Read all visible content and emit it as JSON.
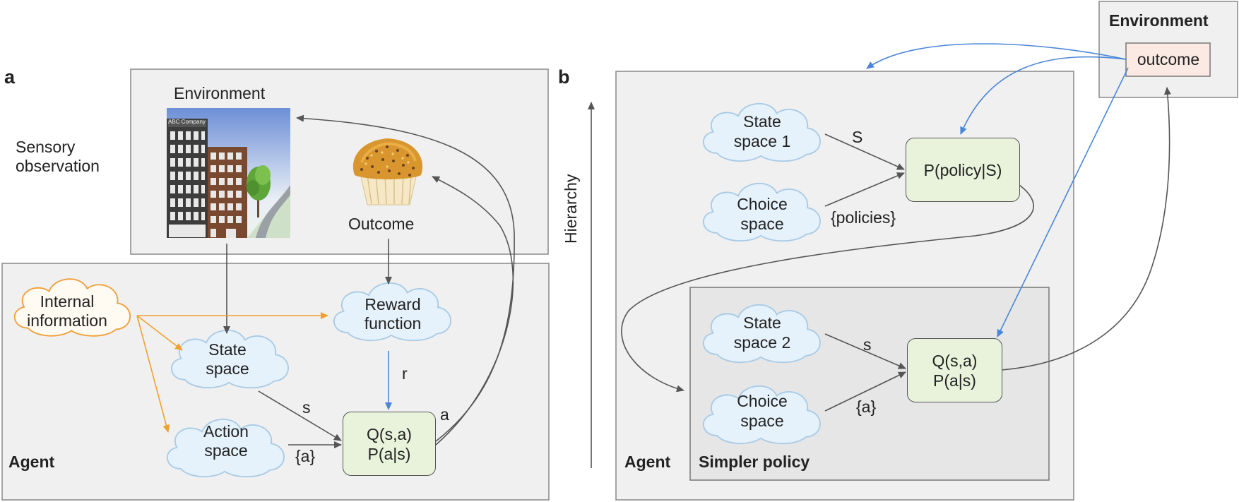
{
  "panel_a": {
    "letter": "a",
    "environment_title": "Environment",
    "sensory_observation": [
      "Sensory",
      "observation"
    ],
    "building_sign": "ABC Company",
    "outcome_label": "Outcome",
    "agent_label": "Agent",
    "internal_information": [
      "Internal",
      "information"
    ],
    "reward_function": [
      "Reward",
      "function"
    ],
    "state_space": [
      "State",
      "space"
    ],
    "action_space": [
      "Action",
      "space"
    ],
    "q_box": [
      "Q(s,a)",
      "P(a|s)"
    ],
    "edge_s": "s",
    "edge_r": "r",
    "edge_a": "a",
    "edge_actions": "{a}"
  },
  "panel_b": {
    "letter": "b",
    "hierarchy_label": "Hierarchy",
    "environment_title": "Environment",
    "outcome_box": "outcome",
    "agent_label": "Agent",
    "simpler_policy_label": "Simpler policy",
    "state_space_1": [
      "State",
      "space 1"
    ],
    "choice_space_top": [
      "Choice",
      "space"
    ],
    "policy_box": "P(policy|S)",
    "edge_S": "S",
    "edge_policies": "{policies}",
    "state_space_2": [
      "State",
      "space 2"
    ],
    "choice_space_bottom": [
      "Choice",
      "space"
    ],
    "q_box": [
      "Q(s,a)",
      "P(a|s)"
    ],
    "edge_s": "s",
    "edge_actions": "{a}"
  },
  "colors": {
    "box_fill": "#f0f0f0",
    "box_stroke": "#777777",
    "cloud_fill": "#e6f2fb",
    "cloud_stroke": "#a9cbe6",
    "internal_cloud_stroke": "#f0a03a",
    "orange_arrow": "#f0a030",
    "blue_arrow": "#4a86d8",
    "grey_arrow": "#555555",
    "green_box": "#e9f3dc",
    "outcome_box": "#fbe9e3"
  }
}
